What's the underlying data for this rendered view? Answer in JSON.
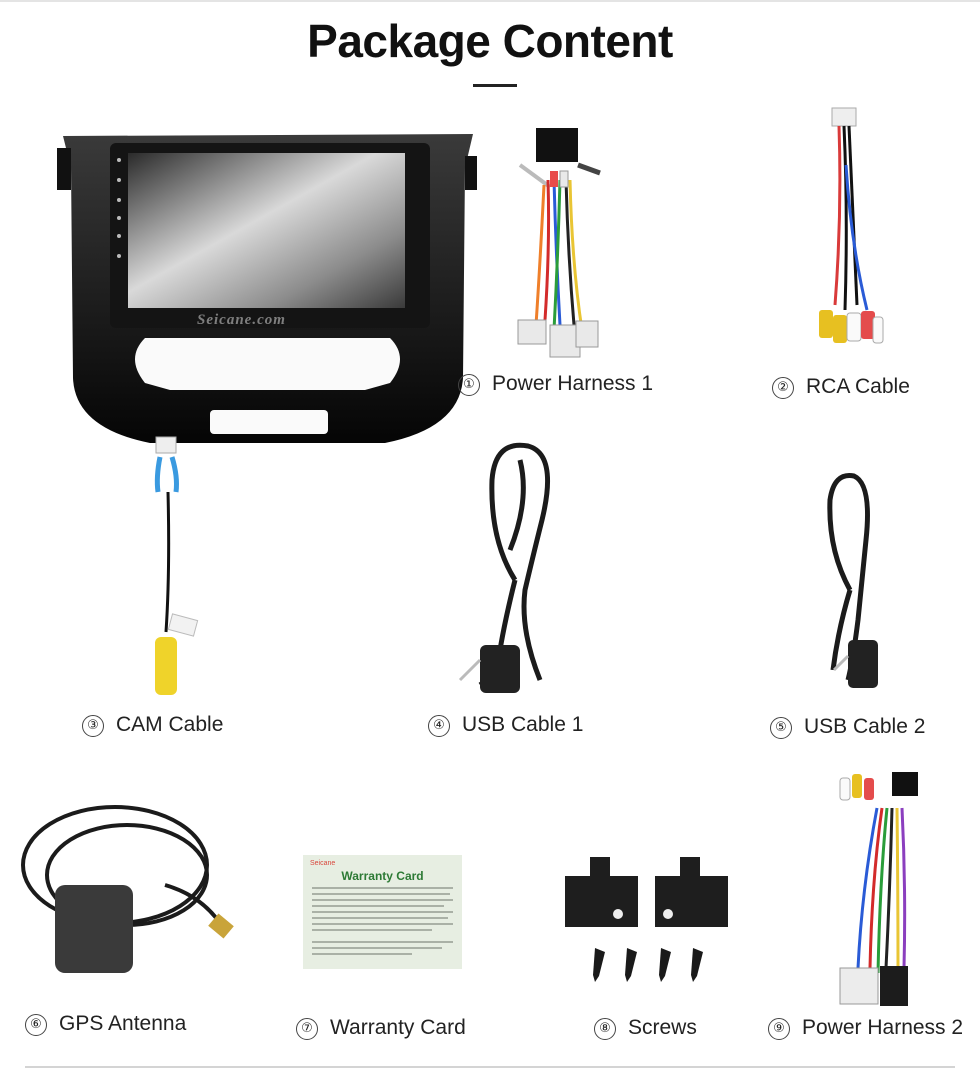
{
  "page": {
    "title": "Package Content"
  },
  "items": [
    {
      "num": "①",
      "label": "Power Harness 1"
    },
    {
      "num": "②",
      "label": "RCA Cable"
    },
    {
      "num": "③",
      "label": "CAM Cable"
    },
    {
      "num": "④",
      "label": "USB Cable 1"
    },
    {
      "num": "⑤",
      "label": "USB Cable 2"
    },
    {
      "num": "⑥",
      "label": "GPS Antenna"
    },
    {
      "num": "⑦",
      "label": "Warranty Card"
    },
    {
      "num": "⑧",
      "label": "Screws"
    },
    {
      "num": "⑨",
      "label": "Power Harness 2"
    }
  ],
  "head_unit": {
    "watermark": "Seicane.com"
  },
  "warranty_card": {
    "brand": "Seicane",
    "title": "Warranty Card"
  },
  "icons": [
    "head-unit-icon",
    "harness-icon",
    "rca-cable-icon",
    "cam-cable-icon",
    "usb-cable-icon",
    "gps-antenna-icon",
    "warranty-card-icon",
    "bracket-icon",
    "screw-icon"
  ],
  "colors": {
    "accent_green": "#2d7a35",
    "brand_red": "#d9473c",
    "text": "#222222"
  }
}
